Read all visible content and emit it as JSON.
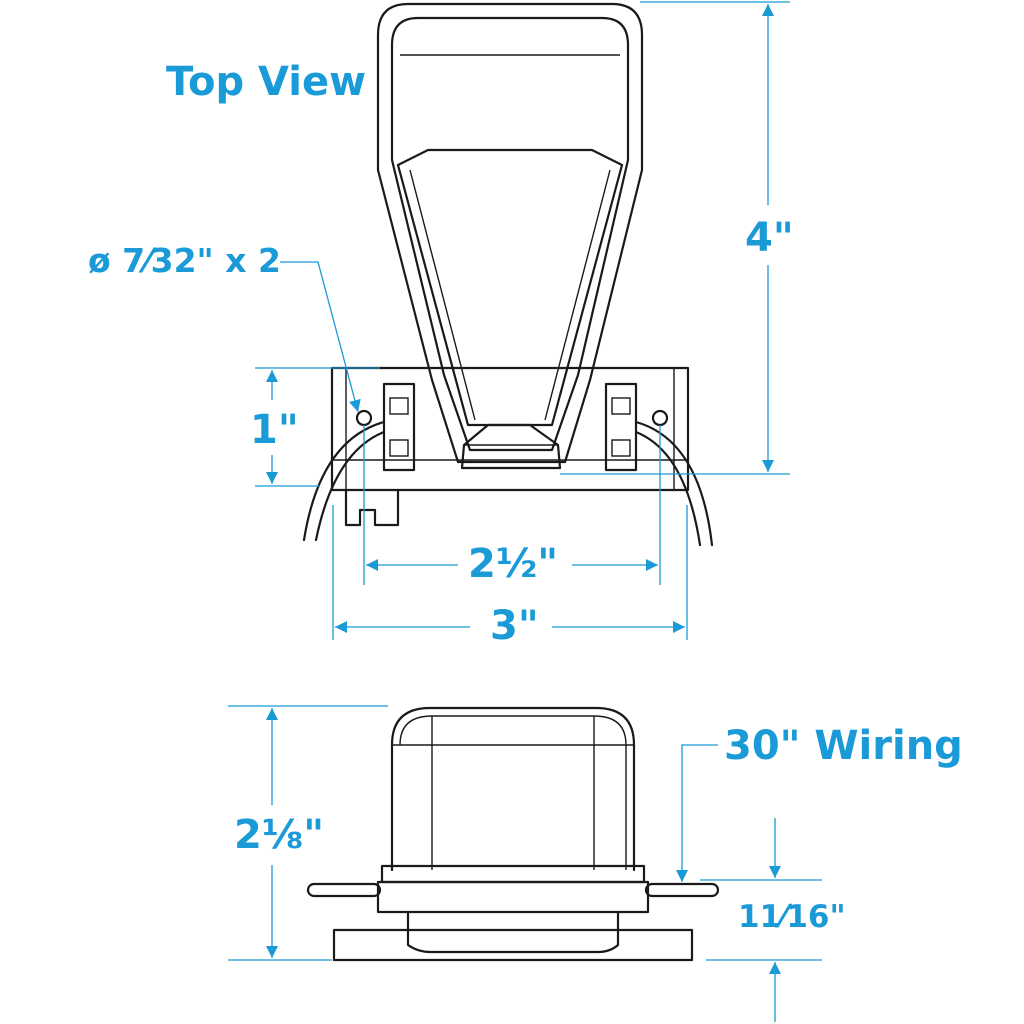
{
  "colors": {
    "dimension": "#1a9ad6",
    "outline": "#1a1a1a",
    "background": "#ffffff"
  },
  "labels": {
    "top_view": "Top View",
    "hole_callout": "ø 7⁄32\" x 2",
    "length": "4\"",
    "mount_depth": "1\"",
    "hole_spacing": "2½\"",
    "width": "3\"",
    "height": "2⅛\"",
    "wiring": "30\" Wiring",
    "base_height": "11⁄16\""
  }
}
